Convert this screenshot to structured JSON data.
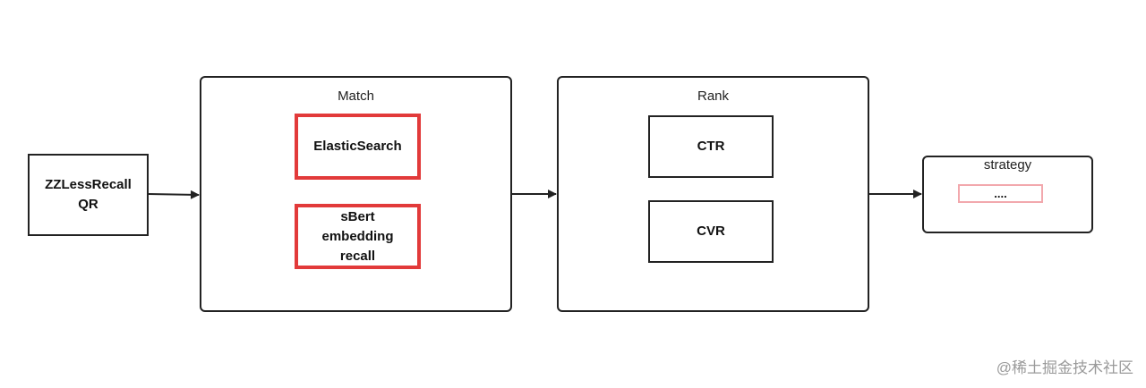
{
  "input": {
    "label": "ZZLessRecall\nQR"
  },
  "match": {
    "title": "Match",
    "items": [
      {
        "label": "ElasticSearch"
      },
      {
        "label": "sBert\nembedding\nrecall"
      }
    ]
  },
  "rank": {
    "title": "Rank",
    "items": [
      {
        "label": "CTR"
      },
      {
        "label": "CVR"
      }
    ]
  },
  "strategy": {
    "title": "strategy",
    "placeholder": "...."
  },
  "watermark": "@稀土掘金技术社区",
  "colors": {
    "highlight_border": "#e23a3a",
    "placeholder_border": "#f2a8ad",
    "box_border": "#222222"
  }
}
